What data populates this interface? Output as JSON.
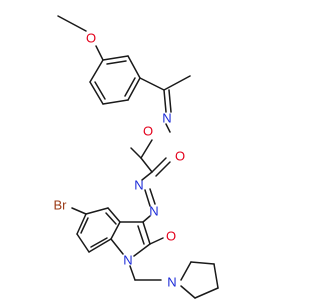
{
  "colors": {
    "carbon_bond": "#1a1a1a",
    "oxygen": "#e3001b",
    "nitrogen": "#1c2bd8",
    "bromine": "#9b3a16",
    "background": "#ffffff"
  },
  "atoms": {
    "methoxy_o": "O",
    "imine_n": "N",
    "oxime_o": "O",
    "carbonyl_o": "O",
    "azo_n1": "N",
    "azo_n2": "N",
    "bromine": "Br",
    "hydroxy_o": "O",
    "indole_n": "N",
    "pyrrolidine_n": "N"
  }
}
